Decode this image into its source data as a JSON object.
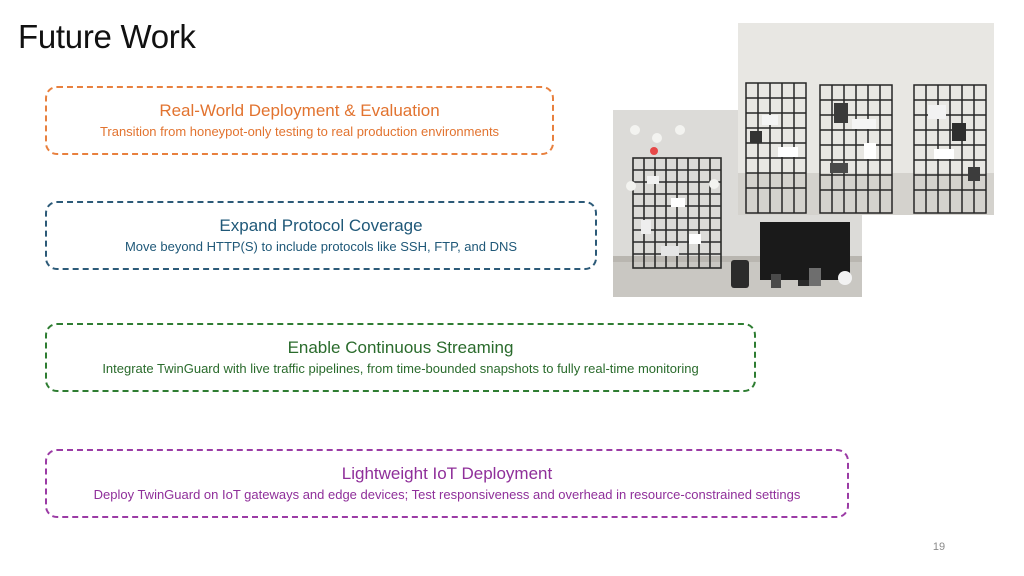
{
  "slide": {
    "title": "Future Work",
    "page_number": "19"
  },
  "items": [
    {
      "title": "Real-World Deployment & Evaluation",
      "description": "Transition from honeypot-only testing to real production environments",
      "color": "#E8803E"
    },
    {
      "title": "Expand Protocol Coverage",
      "description": "Move beyond HTTP(S) to include protocols like SSH, FTP, and DNS",
      "color": "#2C5A78"
    },
    {
      "title": "Enable Continuous Streaming",
      "description": "Integrate TwinGuard with live traffic pipelines, from time-bounded snapshots to fully real-time monitoring",
      "color": "#2E7D32"
    },
    {
      "title": "Lightweight IoT Deployment",
      "description": "Deploy TwinGuard on IoT gateways and edge devices; Test responsiveness and overhead in resource-constrained settings",
      "color": "#9B3BA5"
    }
  ]
}
